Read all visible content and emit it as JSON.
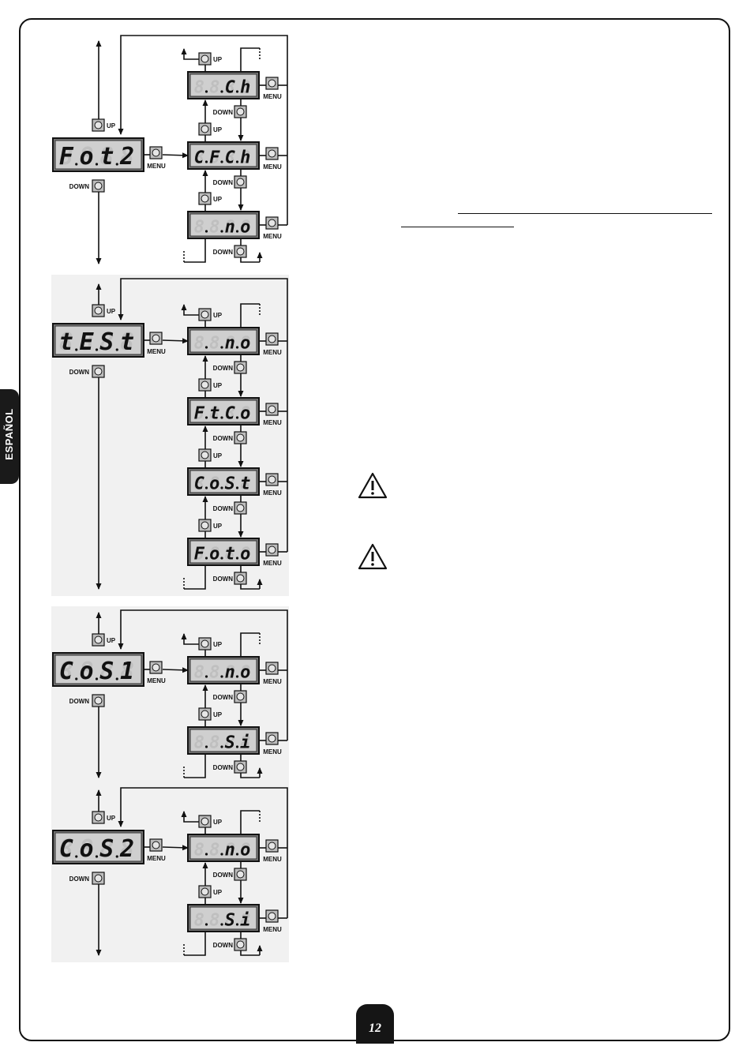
{
  "side_tab": {
    "language": "ESPAÑOL"
  },
  "footer": {
    "page_number": "12"
  },
  "button_labels": {
    "up": "UP",
    "down": "DOWN",
    "menu": "MENU"
  },
  "diagrams": [
    {
      "id": "fot2",
      "parameter": "F.o.t.2",
      "options": [
        "8.8.C.h",
        "C.F.C.h",
        "8.8.n.o"
      ]
    },
    {
      "id": "test",
      "parameter": "t.E.S.t",
      "options": [
        "8.8.n.o",
        "F.t.C.o",
        "C.o.S.t",
        "F.o.t.o"
      ]
    },
    {
      "id": "cos1",
      "parameter": "C.o.S.1",
      "options": [
        "8.8.n.o",
        "8.8.S.i"
      ]
    },
    {
      "id": "cos2",
      "parameter": "C.o.S.2",
      "options": [
        "8.8.n.o",
        "8.8.S.i"
      ]
    }
  ],
  "warning_icons": [
    "warning-icon",
    "warning-icon"
  ],
  "colors": {
    "panel_grey": "#f1f1f1",
    "lcd_bg": "#cfcfcf",
    "button_fill": "#bdbdbd",
    "ink": "#111111"
  }
}
